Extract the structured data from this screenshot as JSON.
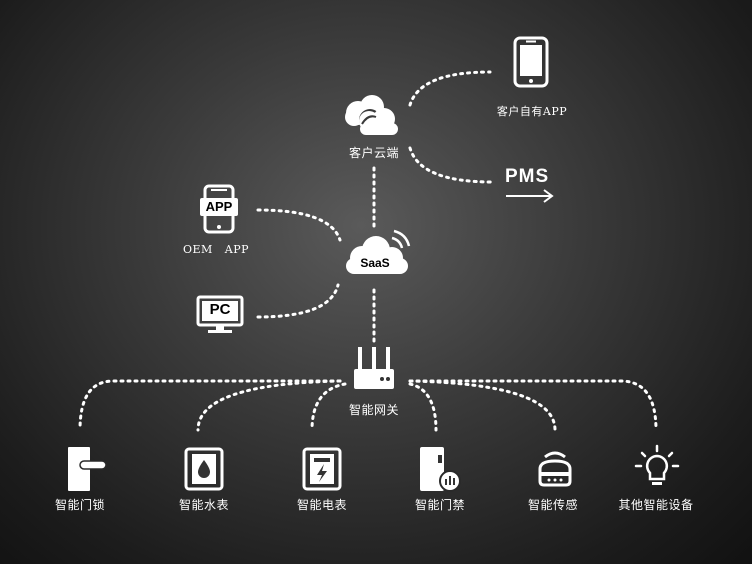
{
  "nodes": {
    "customer_app": "客户自有APP",
    "customer_cloud": "客户云端",
    "pms": "PMS",
    "oem_app": "OEM   APP",
    "app_badge": "APP",
    "saas": "SaaS",
    "pc": "PC",
    "gateway": "智能网关"
  },
  "devices": [
    {
      "label": "智能门锁",
      "icon": "door-lock-icon"
    },
    {
      "label": "智能水表",
      "icon": "water-meter-icon"
    },
    {
      "label": "智能电表",
      "icon": "electric-meter-icon"
    },
    {
      "label": "智能门禁",
      "icon": "access-control-icon"
    },
    {
      "label": "智能传感",
      "icon": "sensor-icon"
    },
    {
      "label": "其他智能设备",
      "icon": "light-bulb-icon"
    }
  ],
  "colors": {
    "line": "#ffffff",
    "icon": "#ffffff",
    "text_on_icon": "#000000"
  }
}
